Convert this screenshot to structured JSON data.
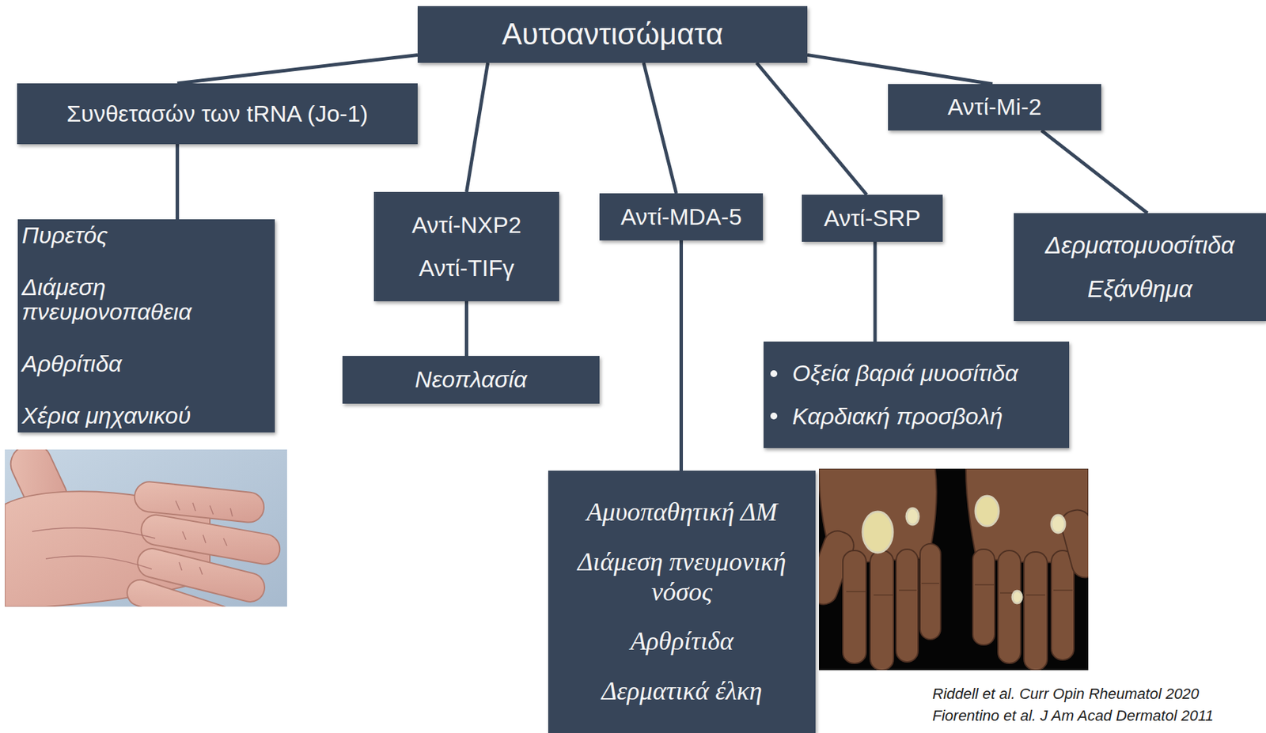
{
  "diagram": {
    "nodes": [
      {
        "text": [
          "Αυτοαντισώματα"
        ]
      },
      {
        "text": [
          "Συνθετασών των tRNA (Jo-1)"
        ]
      },
      {
        "text": [
          "Πυρετός",
          "Διάμεση πνευμονοπαθεια",
          "Αρθρίτιδα",
          "Χέρια μηχανικού"
        ]
      },
      {
        "text": [
          "Αντί-NXP2",
          "Αντί-TIFγ"
        ]
      },
      {
        "text": [
          "Νεοπλασία"
        ]
      },
      {
        "text": [
          "Αντί-MDA-5"
        ]
      },
      {
        "text": [
          "Αμυοπαθητική ΔΜ",
          "Διάμεση πνευμονική νόσος",
          "Αρθρίτιδα",
          "Δερματικά έλκη"
        ]
      },
      {
        "text": [
          "Αντί-SRP"
        ]
      },
      {
        "text": [
          "Οξεία βαριά μυοσίτιδα",
          "Καρδιακή προσβολή"
        ]
      },
      {
        "text": [
          "Αντί-Mi-2"
        ]
      },
      {
        "text": [
          "Δερματομυοσίτιδα",
          "Εξάνθημα"
        ]
      }
    ],
    "edges": [
      {
        "from": 0,
        "to": 1,
        "arrow": "none"
      },
      {
        "from": 0,
        "to": 3,
        "arrow": "none"
      },
      {
        "from": 0,
        "to": 5,
        "arrow": "none"
      },
      {
        "from": 0,
        "to": 7,
        "arrow": "none"
      },
      {
        "from": 0,
        "to": 9,
        "arrow": "none"
      },
      {
        "from": 1,
        "to": 2,
        "arrow": "none"
      },
      {
        "from": 3,
        "to": 4,
        "arrow": "none"
      },
      {
        "from": 5,
        "to": 6,
        "arrow": "none"
      },
      {
        "from": 7,
        "to": 8,
        "arrow": "none"
      },
      {
        "from": 9,
        "to": 10,
        "arrow": "none"
      }
    ],
    "labels": [
      "Riddell et al. Curr Opin Rheumatol 2020",
      "Fiorentino et al. J Am Acad Dermatol 2011"
    ]
  }
}
